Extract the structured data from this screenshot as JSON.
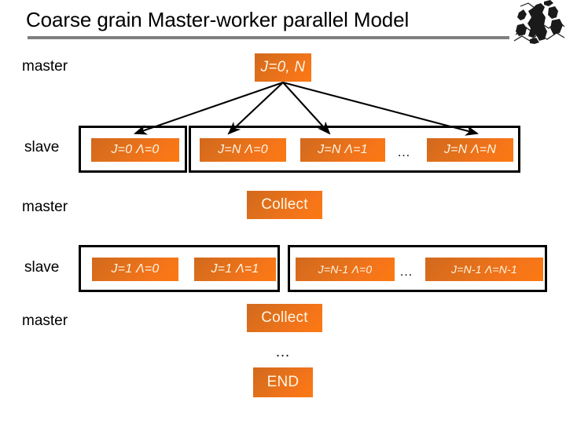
{
  "header": {
    "title": "Coarse grain Master-worker parallel Model",
    "logo_name": "institution-emblem",
    "rule_color": "#808080"
  },
  "theme": {
    "chip_orange_dark": "#d2691e",
    "chip_orange_light": "#fb7a12",
    "chip_text": "#fdf6e3",
    "outline": "#000000",
    "background": "#ffffff"
  },
  "row_labels": {
    "master_1": "master",
    "slave_1": "slave",
    "master_2": "master",
    "slave_2": "slave",
    "master_3": "master"
  },
  "dispatch": {
    "root_label": "J=0, N",
    "arrow_count": 4
  },
  "slave_row_1": {
    "group_a": {
      "chips": [
        {
          "label": "J=0 Λ=0"
        }
      ]
    },
    "group_b": {
      "chips": [
        {
          "label": "J=N Λ=0"
        },
        {
          "label": "J=N Λ=1"
        },
        {
          "label": "J=N Λ=N"
        }
      ],
      "ellipsis": "…"
    }
  },
  "collect_1": {
    "label": "Collect"
  },
  "slave_row_2": {
    "group_a": {
      "chips": [
        {
          "label": "J=1 Λ=0"
        },
        {
          "label": "J=1 Λ=1"
        }
      ]
    },
    "group_b": {
      "chips": [
        {
          "label": "J=N-1 Λ=0"
        },
        {
          "label": "J=N-1 Λ=N-1"
        }
      ],
      "ellipsis": "…"
    }
  },
  "collect_2": {
    "label": "Collect"
  },
  "continuation_ellipsis": "…",
  "end": {
    "label": "END"
  }
}
